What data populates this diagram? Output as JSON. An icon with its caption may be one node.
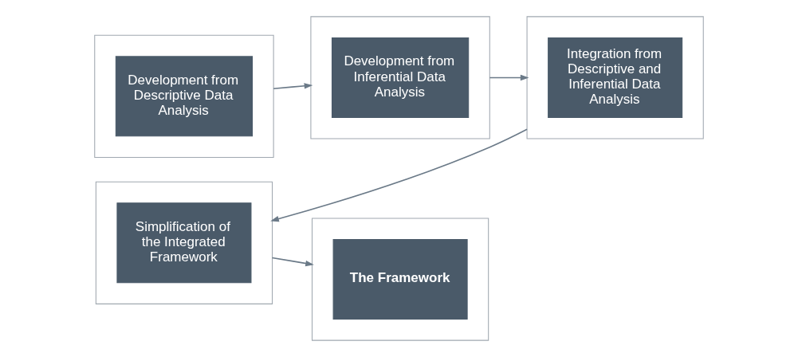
{
  "diagram": {
    "nodes": [
      {
        "text": [],
        "shape": "box"
      },
      {
        "text": [
          "Development from Descriptive Data Analysis"
        ],
        "in": 0
      },
      {
        "text": [],
        "shape": "box"
      },
      {
        "text": [
          "Development from Inferential Data Analysis"
        ],
        "in": 2
      },
      {
        "text": [],
        "shape": "box"
      },
      {
        "text": [
          "Integration from Descriptive and Inferential Data Analysis"
        ],
        "in": 4
      },
      {
        "text": [],
        "shape": "box"
      },
      {
        "text": [
          "Simplification of the Integrated Framework"
        ],
        "in": 6
      },
      {
        "text": [],
        "shape": "box"
      },
      {
        "text": [
          "The Framework"
        ],
        "in": 8
      }
    ],
    "edges": [
      {
        "from": 0,
        "to": 2,
        "arrow": "to"
      },
      {
        "from": 2,
        "to": 4,
        "arrow": "to"
      },
      {
        "from": 4,
        "to": 6,
        "arrow": "to"
      },
      {
        "from": 6,
        "to": 8,
        "arrow": "to"
      }
    ]
  }
}
